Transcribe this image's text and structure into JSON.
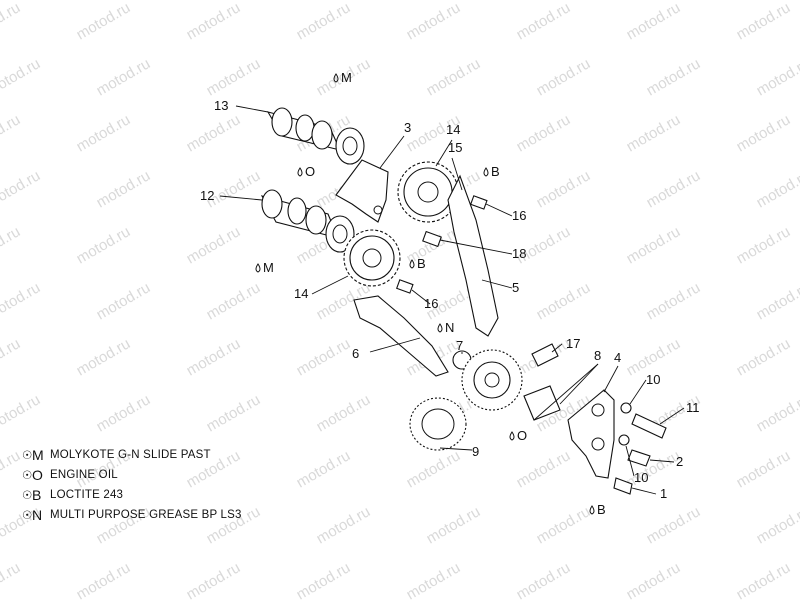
{
  "watermark": {
    "text": "motod.ru"
  },
  "parts": [
    {
      "id": "p13",
      "label": "13"
    },
    {
      "id": "p3",
      "label": "3"
    },
    {
      "id": "p14a",
      "label": "14"
    },
    {
      "id": "p15",
      "label": "15"
    },
    {
      "id": "p12",
      "label": "12"
    },
    {
      "id": "p16a",
      "label": "16"
    },
    {
      "id": "p18",
      "label": "18"
    },
    {
      "id": "p5",
      "label": "5"
    },
    {
      "id": "p14b",
      "label": "14"
    },
    {
      "id": "p16b",
      "label": "16"
    },
    {
      "id": "p7",
      "label": "7"
    },
    {
      "id": "p6",
      "label": "6"
    },
    {
      "id": "p17",
      "label": "17"
    },
    {
      "id": "p8",
      "label": "8"
    },
    {
      "id": "p4",
      "label": "4"
    },
    {
      "id": "p10a",
      "label": "10"
    },
    {
      "id": "p11",
      "label": "11"
    },
    {
      "id": "p9",
      "label": "9"
    },
    {
      "id": "p2",
      "label": "2"
    },
    {
      "id": "p10b",
      "label": "10"
    },
    {
      "id": "p1",
      "label": "1"
    }
  ],
  "lubricant_marks": [
    {
      "id": "m1",
      "code": "M"
    },
    {
      "id": "o1",
      "code": "O"
    },
    {
      "id": "m2",
      "code": "M"
    },
    {
      "id": "b1",
      "code": "B"
    },
    {
      "id": "b2",
      "code": "B"
    },
    {
      "id": "n1",
      "code": "N"
    },
    {
      "id": "o2",
      "code": "O"
    },
    {
      "id": "b3",
      "code": "B"
    }
  ],
  "legend": [
    {
      "code": "M",
      "text": "MOLYKOTE G-N SLIDE PAST"
    },
    {
      "code": "O",
      "text": "ENGINE OIL"
    },
    {
      "code": "B",
      "text": "LOCTITE 243"
    },
    {
      "code": "N",
      "text": "MULTI PURPOSE GREASE BP LS3"
    }
  ]
}
